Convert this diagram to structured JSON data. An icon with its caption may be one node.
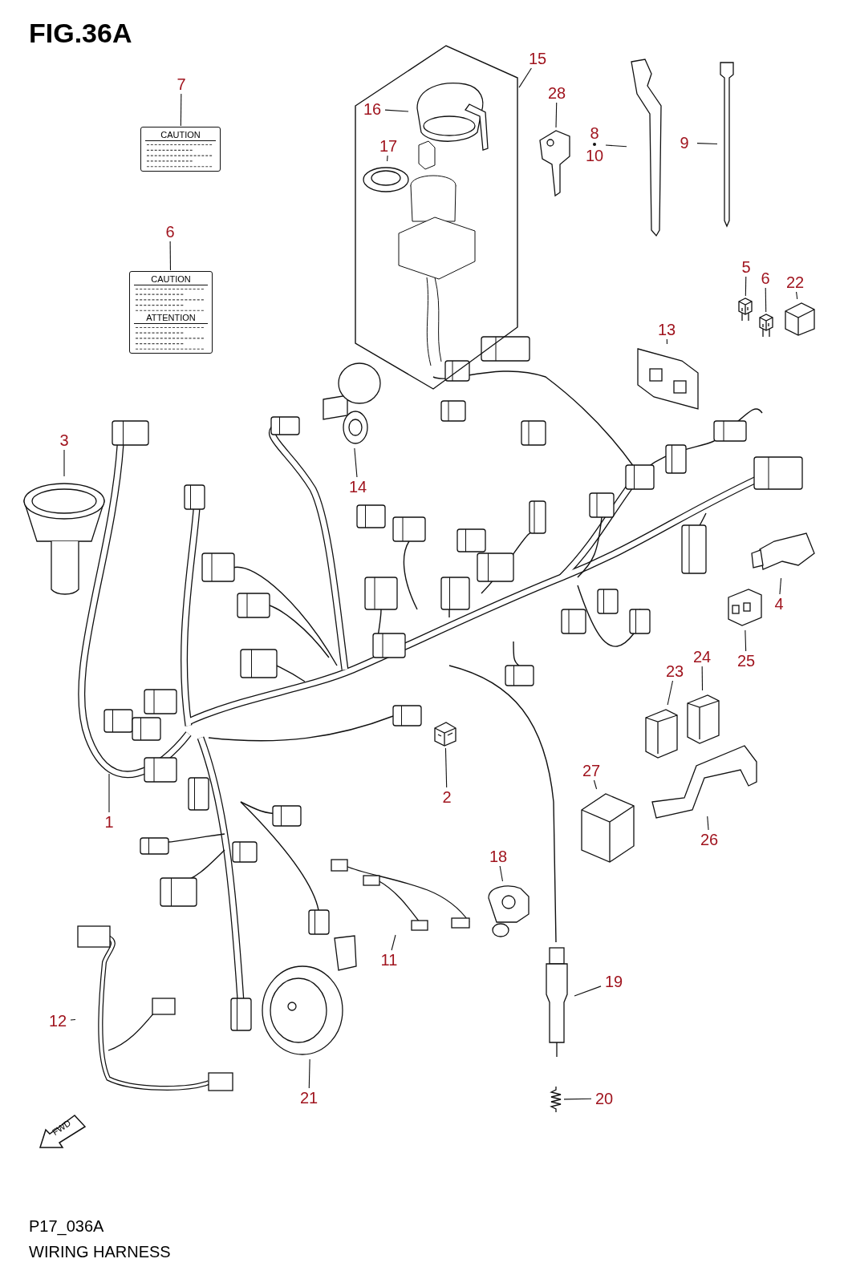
{
  "diagram": {
    "title": "FIG.36A",
    "caption": "WIRING HARNESS",
    "nodes": [
      {
        "text": [
          "7"
        ]
      },
      {
        "text": [
          "CAUTION"
        ]
      },
      {
        "text": [
          "15"
        ]
      },
      {
        "text": [],
        "shape": "box"
      },
      {
        "text": [
          "16"
        ],
        "in": 3
      },
      {
        "text": [],
        "shape": "picture",
        "in": 3
      },
      {
        "text": [
          "17"
        ],
        "in": 3
      },
      {
        "text": [],
        "shape": "picture",
        "in": 3
      },
      {
        "text": [
          "28"
        ]
      },
      {
        "text": [],
        "shape": "picture"
      },
      {
        "text": [
          "8",
          "10"
        ]
      },
      {
        "text": [],
        "shape": "picture"
      },
      {
        "text": [
          "9"
        ]
      },
      {
        "text": [],
        "shape": "picture"
      },
      {
        "text": [
          "6"
        ]
      },
      {
        "text": [
          "CAUTION",
          "ATTENTION"
        ]
      },
      {
        "text": [
          "5"
        ]
      },
      {
        "text": [],
        "shape": "picture"
      },
      {
        "text": [
          "6"
        ]
      },
      {
        "text": [],
        "shape": "picture"
      },
      {
        "text": [
          "22"
        ]
      },
      {
        "text": [],
        "shape": "picture"
      },
      {
        "text": [
          "13"
        ]
      },
      {
        "text": [],
        "shape": "picture"
      },
      {
        "text": [
          "3"
        ]
      },
      {
        "text": [],
        "shape": "picture"
      },
      {
        "text": [
          "14"
        ]
      },
      {
        "text": [],
        "shape": "picture"
      },
      {
        "text": [
          "4"
        ]
      },
      {
        "text": [],
        "shape": "picture"
      },
      {
        "text": [
          "25"
        ]
      },
      {
        "text": [],
        "shape": "picture"
      },
      {
        "text": [
          "24"
        ]
      },
      {
        "text": [],
        "shape": "picture"
      },
      {
        "text": [
          "23"
        ]
      },
      {
        "text": [],
        "shape": "picture"
      },
      {
        "text": [
          "1"
        ]
      },
      {
        "text": [
          "2"
        ]
      },
      {
        "text": [],
        "shape": "picture"
      },
      {
        "text": [
          "27"
        ]
      },
      {
        "text": [],
        "shape": "picture"
      },
      {
        "text": [
          "26"
        ]
      },
      {
        "text": [],
        "shape": "picture"
      },
      {
        "text": [
          "18"
        ]
      },
      {
        "text": [],
        "shape": "picture"
      },
      {
        "text": [
          "11"
        ]
      },
      {
        "text": [],
        "shape": "picture"
      },
      {
        "text": [
          "19"
        ]
      },
      {
        "text": [],
        "shape": "picture"
      },
      {
        "text": [
          "12"
        ]
      },
      {
        "text": [],
        "shape": "picture"
      },
      {
        "text": [
          "21"
        ]
      },
      {
        "text": [],
        "shape": "picture"
      },
      {
        "text": [
          "20"
        ]
      },
      {
        "text": [],
        "shape": "picture"
      },
      {
        "text": [
          "FWD"
        ]
      }
    ],
    "edges": [
      {
        "from": 0,
        "to": 1,
        "arrow": "none"
      },
      {
        "from": 2,
        "to": 3,
        "arrow": "none"
      },
      {
        "from": 4,
        "to": 5,
        "arrow": "none"
      },
      {
        "from": 6,
        "to": 7,
        "arrow": "none"
      },
      {
        "from": 8,
        "to": 9,
        "arrow": "none"
      },
      {
        "from": 10,
        "to": 11,
        "arrow": "none"
      },
      {
        "from": 12,
        "to": 13,
        "arrow": "none"
      },
      {
        "from": 14,
        "to": 15,
        "arrow": "none"
      },
      {
        "from": 16,
        "to": 17,
        "arrow": "none"
      },
      {
        "from": 18,
        "to": 19,
        "arrow": "none"
      },
      {
        "from": 20,
        "to": 21,
        "arrow": "none"
      },
      {
        "from": 22,
        "to": 23,
        "arrow": "none"
      },
      {
        "from": 24,
        "to": 25,
        "arrow": "none"
      },
      {
        "from": 26,
        "to": 27,
        "arrow": "none"
      },
      {
        "from": 28,
        "to": 29,
        "arrow": "none"
      },
      {
        "from": 30,
        "to": 31,
        "arrow": "none"
      },
      {
        "from": 32,
        "to": 33,
        "arrow": "none"
      },
      {
        "from": 34,
        "to": 35,
        "arrow": "none"
      },
      {
        "from": 36,
        "to": null,
        "arrow": "none"
      },
      {
        "from": 37,
        "to": 38,
        "arrow": "none"
      },
      {
        "from": 39,
        "to": 40,
        "arrow": "none"
      },
      {
        "from": 41,
        "to": 42,
        "arrow": "none"
      },
      {
        "from": 43,
        "to": 44,
        "arrow": "none"
      },
      {
        "from": 45,
        "to": 46,
        "arrow": "none"
      },
      {
        "from": 47,
        "to": 48,
        "arrow": "none"
      },
      {
        "from": 49,
        "to": 50,
        "arrow": "none"
      },
      {
        "from": 51,
        "to": 52,
        "arrow": "none"
      },
      {
        "from": 53,
        "to": 54,
        "arrow": "none"
      }
    ],
    "labels": [
      "P17_036A"
    ]
  }
}
